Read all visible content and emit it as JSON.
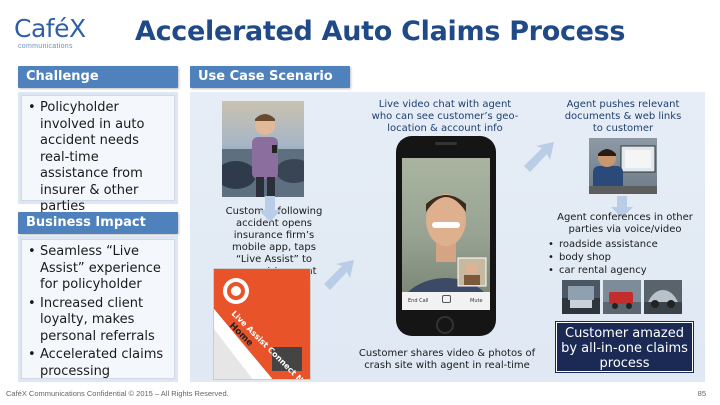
{
  "logo": {
    "name": "CaféX",
    "tagline": "communications"
  },
  "title": "Accelerated Auto Claims Process",
  "challenge": {
    "header": "Challenge",
    "text": "Policyholder involved in auto accident needs real-time assistance from insurer & other parties"
  },
  "business_impact": {
    "header": "Business Impact",
    "items": [
      "Seamless “Live Assist” experience for policyholder",
      "Increased client loyalty, makes personal referrals",
      "Accelerated claims processing"
    ]
  },
  "use_case": {
    "header": "Use Case Scenario",
    "step1": "Customer following accident opens insurance firm’s mobile app, taps “Live Assist” to connect to agent",
    "step2": "Live video chat with agent who can see customer’s geo-location & account info",
    "step3": "Agent pushes relevant documents & web links to customer",
    "step4": "Customer shares video & photos of crash site with agent in real-time",
    "step5": "Agent conferences in other parties via voice/video",
    "step5_items": [
      "roadside assistance",
      "body shop",
      "car rental agency"
    ],
    "outcome": "Customer amazed by all-in-one claims process"
  },
  "app_card": {
    "label": "Live Assist Connect Now",
    "home": "Home"
  },
  "phone": {
    "end_call": "End Call",
    "mute": "Mute"
  },
  "footer": "CaféX Communications Confidential © 2015 – All Rights Reserved.",
  "page_number": "85",
  "colors": {
    "title": "#1f4a87",
    "header": "#4f81bd",
    "panel": "#dde6f2",
    "outcome": "#1a2a55",
    "app_orange": "#e8532a"
  }
}
